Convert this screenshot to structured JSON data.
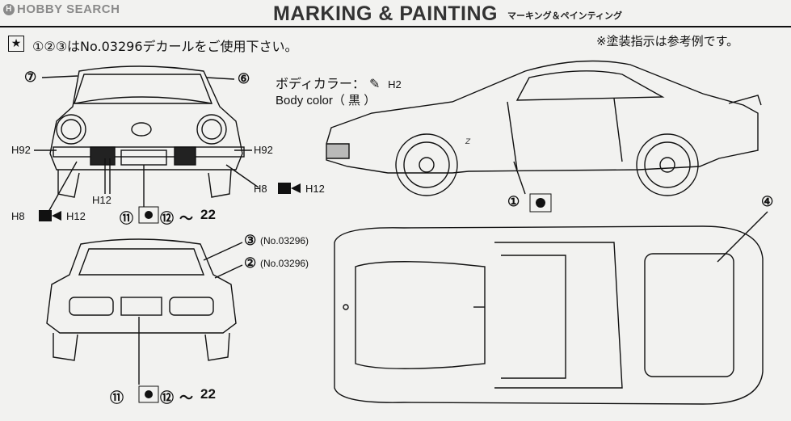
{
  "header": {
    "logo_text": "HOBBY SEARCH",
    "title": "MARKING & PAINTING",
    "title_jp": "マーキング＆ペインティング"
  },
  "notes": {
    "decal_note": "①②③はNo.03296デカールをご使用下さい。",
    "reference_note": "※塗装指示は参考例です。",
    "body_color_jp": "ボディカラー：",
    "body_color_code": "H2",
    "body_color_en": "Body color（ 黒 ）"
  },
  "front_view": {
    "callout_left": "⑦",
    "callout_right": "⑥",
    "paint_left": "H92",
    "paint_right": "H92",
    "paint_center": "H12",
    "mix_left_a": "H8",
    "mix_left_b": "H12",
    "mix_right_a": "H8",
    "mix_right_b": "H12",
    "decal_plate": "⑪",
    "decal_plate_range_a": "⑫",
    "decal_plate_range_sep": "〜",
    "decal_plate_range_b": "22"
  },
  "side_view": {
    "callout_door": "①"
  },
  "rear_view": {
    "callout_3": "③",
    "callout_3_ref": "(No.03296)",
    "callout_2": "②",
    "callout_2_ref": "(No.03296)",
    "decal_plate": "⑪",
    "decal_plate_range_a": "⑫",
    "decal_plate_range_sep": "〜",
    "decal_plate_range_b": "22"
  },
  "top_view": {
    "callout_window": "④"
  }
}
